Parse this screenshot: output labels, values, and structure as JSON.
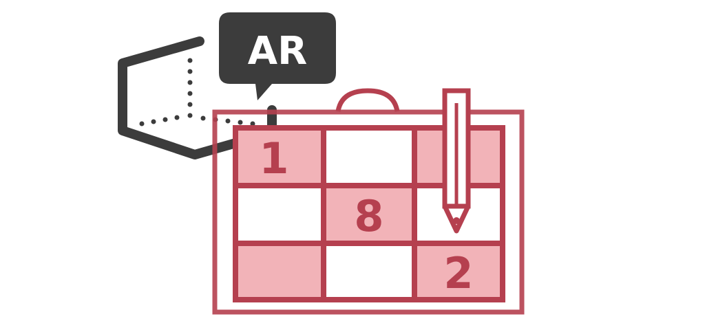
{
  "badge": {
    "label": "AR"
  },
  "grid": {
    "cells": [
      {
        "value": "1",
        "filled": true
      },
      {
        "value": "",
        "filled": false
      },
      {
        "value": "",
        "filled": true
      },
      {
        "value": "",
        "filled": false
      },
      {
        "value": "8",
        "filled": true
      },
      {
        "value": "",
        "filled": false
      },
      {
        "value": "",
        "filled": true
      },
      {
        "value": "",
        "filled": false
      },
      {
        "value": "2",
        "filled": true
      }
    ]
  },
  "colors": {
    "crimson": "#b5404f",
    "pink_fill": "#f2b3b8",
    "dark_gray": "#3c3c3c",
    "white": "#ffffff"
  }
}
